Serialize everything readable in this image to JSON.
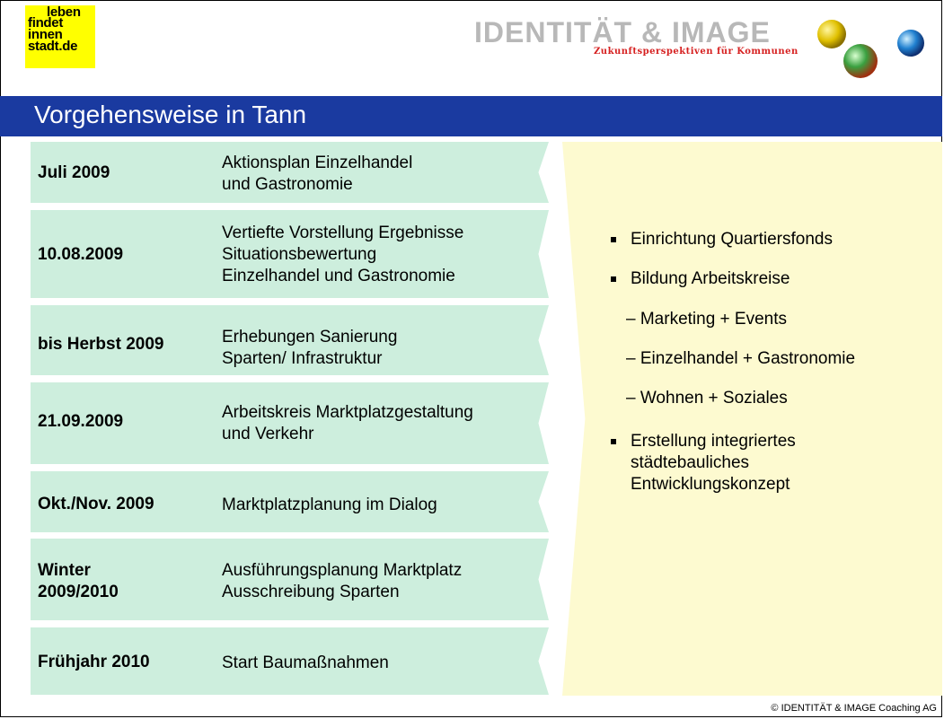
{
  "logo": {
    "lines": [
      "leben",
      "findet",
      "innen",
      "stadt.de"
    ]
  },
  "brand": {
    "name": "IDENTITÄT & IMAGE",
    "tagline": "Zukunftsperspektiven für Kommunen"
  },
  "slide": {
    "title": "Vorgehensweise in Tann"
  },
  "timeline": [
    {
      "date": "Juli 2009",
      "desc": [
        "Aktionsplan Einzelhandel",
        "und Gastronomie"
      ]
    },
    {
      "date": "10.08.2009",
      "desc": [
        "Vertiefte Vorstellung Ergebnisse",
        "Situationsbewertung",
        "Einzelhandel und Gastronomie"
      ]
    },
    {
      "date": "bis Herbst 2009",
      "desc": [
        "Erhebungen Sanierung",
        "Sparten/ Infrastruktur"
      ]
    },
    {
      "date": "21.09.2009",
      "desc": [
        "Arbeitskreis Marktplatzgestaltung",
        "und Verkehr"
      ]
    },
    {
      "date": "Okt./Nov. 2009",
      "desc": [
        "Marktplatzplanung im Dialog"
      ]
    },
    {
      "date": [
        "Winter",
        "2009/2010"
      ],
      "desc": [
        "Ausführungsplanung Marktplatz",
        "Ausschreibung Sparten"
      ]
    },
    {
      "date": "Frühjahr 2010",
      "desc": [
        "Start Baumaßnahmen"
      ]
    }
  ],
  "outcomes": {
    "b1": "Einrichtung Quartiersfonds",
    "b2": "Bildung Arbeitskreise",
    "s1": "– Marketing + Events",
    "s2": "– Einzelhandel  + Gastronomie",
    "s3": "– Wohnen + Soziales",
    "b3": [
      "Erstellung integriertes",
      "städtebauliches",
      "Entwicklungskonzept"
    ]
  },
  "footer": {
    "copyright": "© IDENTITÄT & IMAGE Coaching AG"
  },
  "colors": {
    "title_bar": "#1a3aa0",
    "row_bg": "#cdeedd",
    "panel_bg": "#fdfad0",
    "logo_bg": "#ffff00",
    "tagline": "#d62020"
  }
}
